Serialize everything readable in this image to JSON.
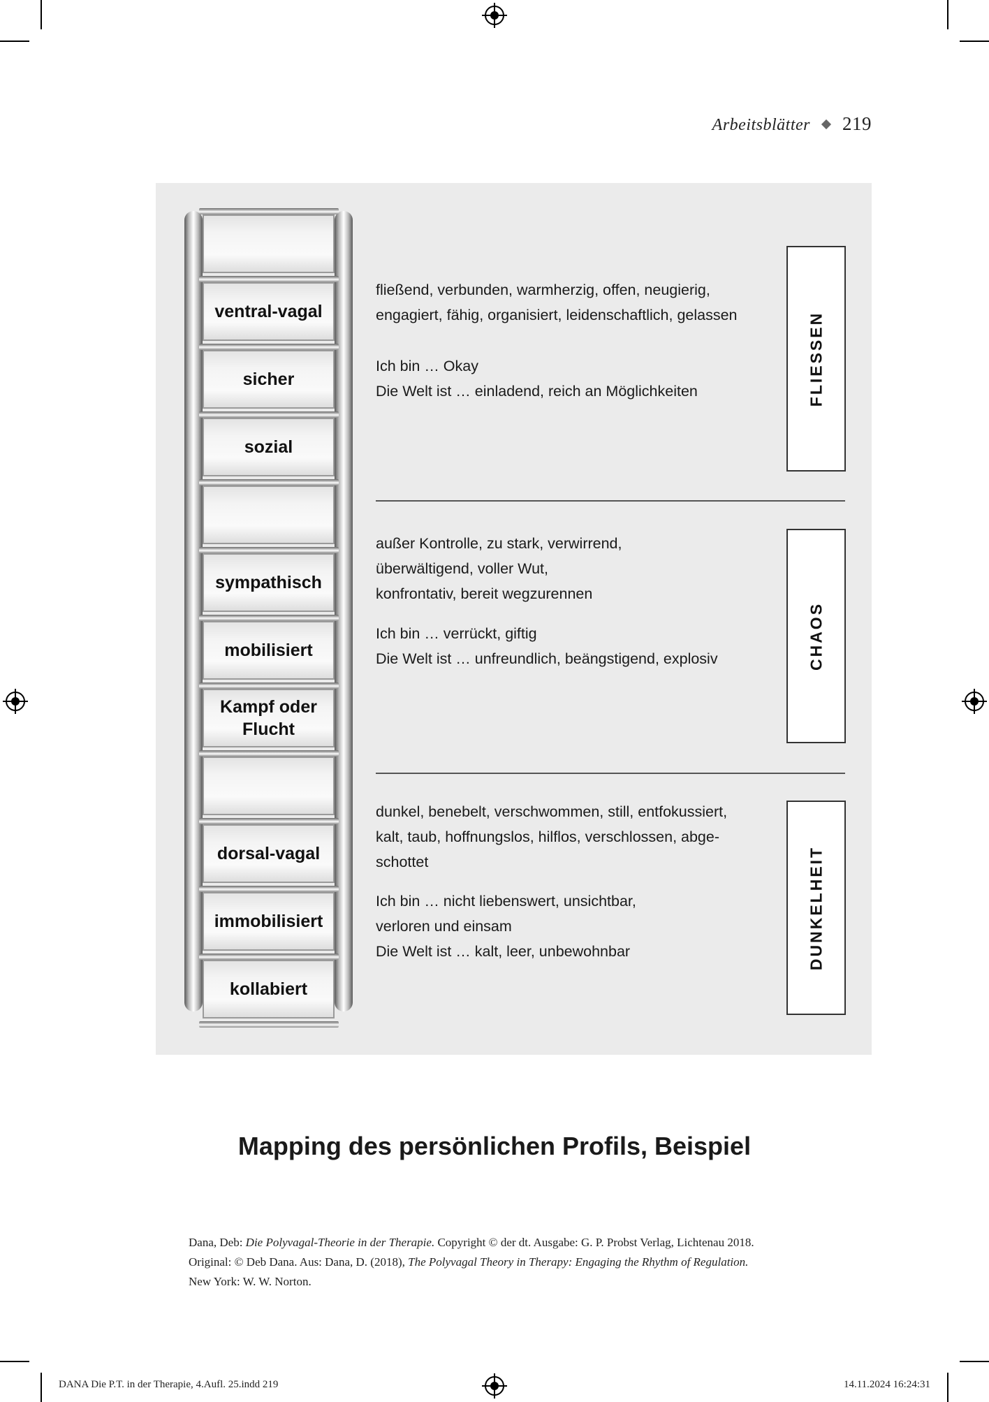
{
  "running_header": {
    "section": "Arbeitsblätter",
    "page_number": "219"
  },
  "ladder": {
    "steps": [
      {
        "label": ""
      },
      {
        "label": "ventral-vagal"
      },
      {
        "label": "sicher"
      },
      {
        "label": "sozial"
      },
      {
        "label": ""
      },
      {
        "label": "sympathisch"
      },
      {
        "label": "mobilisiert"
      },
      {
        "label": "Kampf oder\nFlucht"
      },
      {
        "label": ""
      },
      {
        "label": "dorsal-vagal"
      },
      {
        "label": "immobilisiert"
      },
      {
        "label": "kollabiert"
      }
    ]
  },
  "sections": [
    {
      "state": "FLIESSEN",
      "feelings": [
        "fließend, verbunden, warmherzig, offen, neugierig,",
        "engagiert, fähig, organisiert, leidenschaftlich, gelassen"
      ],
      "statements": [
        "Ich bin … Okay",
        "Die Welt ist … einladend, reich an Möglichkeiten"
      ]
    },
    {
      "state": "CHAOS",
      "feelings": [
        "außer Kontrolle, zu stark, verwirrend,",
        "überwältigend, voller Wut,",
        "konfrontativ, bereit wegzurennen"
      ],
      "statements": [
        "Ich bin … verrückt, giftig",
        "Die Welt ist …  unfreundlich, beängstigend, explosiv"
      ]
    },
    {
      "state": "DUNKELHEIT",
      "feelings": [
        "dunkel, benebelt, verschwommen, still, entfokussiert,",
        "kalt, taub, hoffnungslos, hilflos, verschlossen, abge-",
        "schottet"
      ],
      "statements": [
        "Ich bin … nicht liebenswert, unsichtbar,",
        "verloren und einsam",
        "Die Welt ist … kalt, leer, unbewohnbar"
      ]
    }
  ],
  "caption": "Mapping des persönlichen Profils, Beispiel",
  "credits": {
    "line1_a": "Dana, Deb: ",
    "line1_title": "Die Polyvagal-Theorie in der Therapie.",
    "line1_b": " Copyright © der dt. Ausgabe: G. P. Probst Verlag, Lichtenau 2018.",
    "line2_a": "Original: © Deb Dana. Aus: Dana, D. (2018), ",
    "line2_title": "The Polyvagal Theory in Therapy: Engaging the Rhythm of Regulation.",
    "line3": "New York: W. W. Norton."
  },
  "slug": {
    "left": "DANA Die P.T. in der Therapie, 4.Aufl. 25.indd   219",
    "right": "14.11.2024   16:24:31"
  }
}
